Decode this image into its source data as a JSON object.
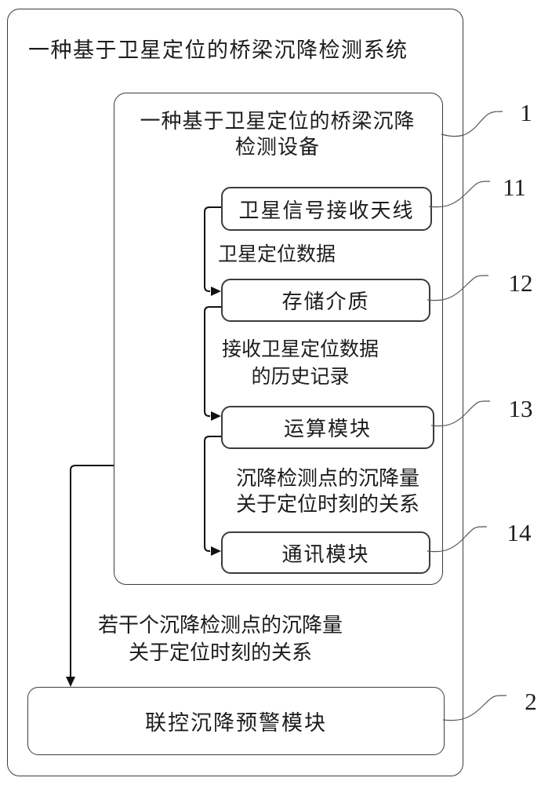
{
  "diagram": {
    "figure_title": "一种基于卫星定位的桥梁沉降检测系统",
    "device_box": {
      "title_line1": "一种基于卫星定位的桥梁沉降",
      "title_line2": "检测设备",
      "ref_label": "1"
    },
    "modules": [
      {
        "name": "卫星信号接收天线",
        "ref_label": "11"
      },
      {
        "name": "存储介质",
        "ref_label": "12"
      },
      {
        "name": "运算模块",
        "ref_label": "13"
      },
      {
        "name": "通讯模块",
        "ref_label": "14"
      }
    ],
    "flow_annotations": [
      {
        "line1": "卫星定位数据",
        "line2": ""
      },
      {
        "line1": "接收卫星定位数据",
        "line2": "的历史记录"
      },
      {
        "line1": "沉降检测点的沉降量",
        "line2": "关于定位时刻的关系"
      },
      {
        "line1": "若干个沉降检测点的沉降量",
        "line2": "关于定位时刻的关系"
      }
    ],
    "warning_box": {
      "name": "联控沉降预警模块",
      "ref_label": "2"
    },
    "colors": {
      "box_line": "#3c3c3c",
      "connector": "#111111",
      "leader": "#555555",
      "text": "#1c1c1c",
      "background": "#ffffff"
    }
  }
}
